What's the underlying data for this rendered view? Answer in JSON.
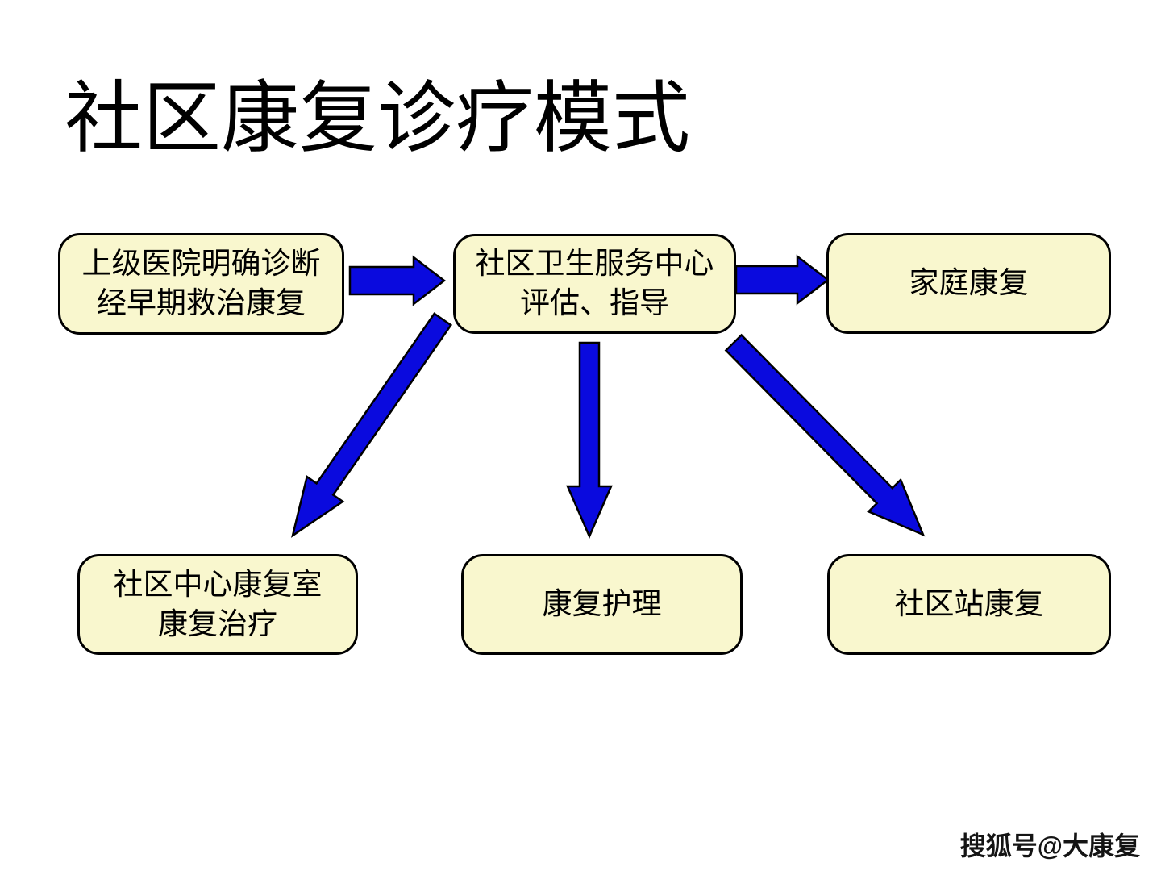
{
  "diagram": {
    "title": "社区康复诊疗模式",
    "nodes": {
      "referral_hospital": {
        "line1": "上级医院明确诊断",
        "line2": "经早期救治康复"
      },
      "community_health_center": {
        "line1": "社区卫生服务中心",
        "line2": "评估、指导"
      },
      "home_rehab": {
        "line1": "家庭康复"
      },
      "community_center_rehab_room": {
        "line1": "社区中心康复室",
        "line2": "康复治疗"
      },
      "rehab_nursing": {
        "line1": "康复护理"
      },
      "community_station_rehab": {
        "line1": "社区站康复"
      }
    },
    "arrows": [
      {
        "from": "referral_hospital",
        "to": "community_health_center"
      },
      {
        "from": "community_health_center",
        "to": "home_rehab"
      },
      {
        "from": "community_health_center",
        "to": "community_center_rehab_room"
      },
      {
        "from": "community_health_center",
        "to": "rehab_nursing"
      },
      {
        "from": "community_health_center",
        "to": "community_station_rehab"
      }
    ],
    "colors": {
      "box_fill": "#F9F7CE",
      "box_border": "#000000",
      "arrow_fill": "#0A0ADE",
      "arrow_border": "#000000",
      "background": "#FFFFFF",
      "text_color": "#000000"
    }
  },
  "watermark": {
    "text": "搜狐号@大康复"
  }
}
